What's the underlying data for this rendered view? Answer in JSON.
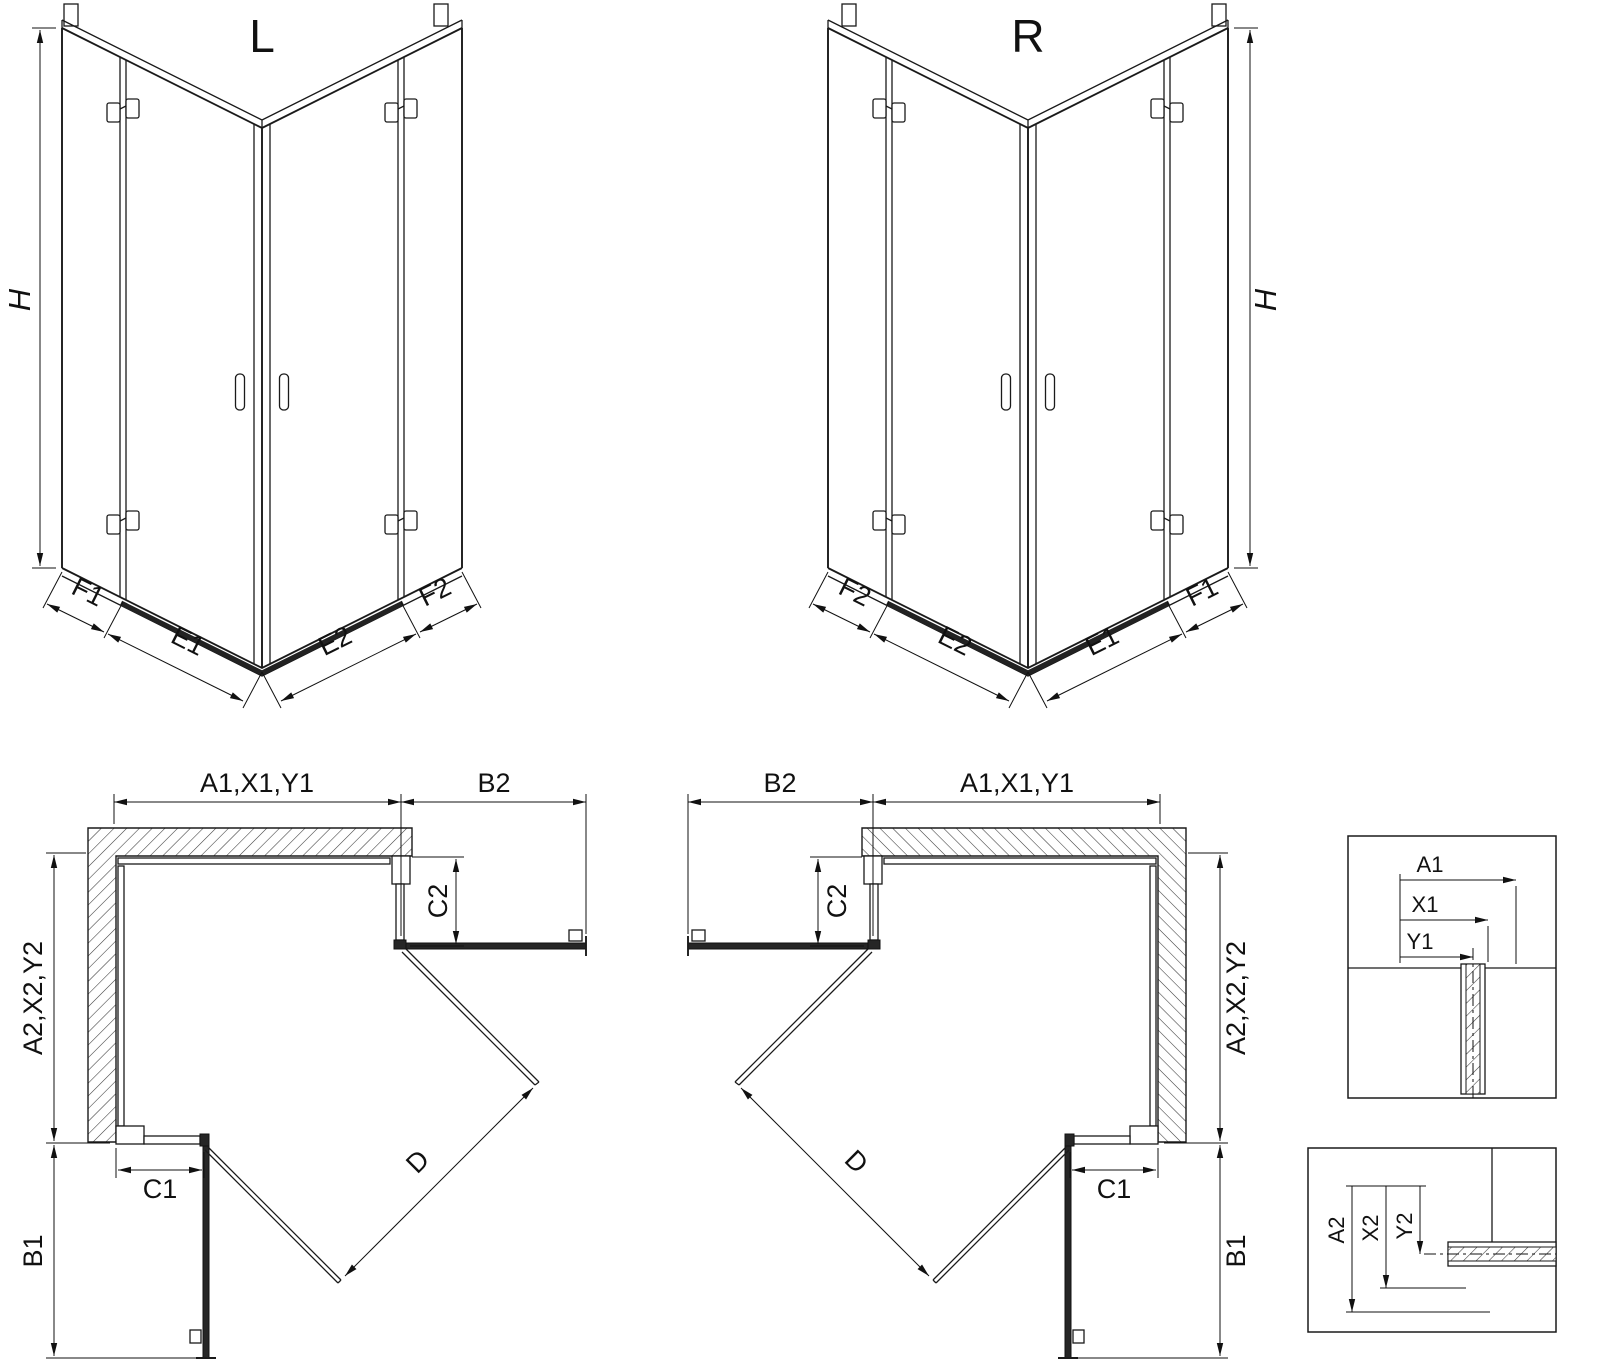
{
  "colors": {
    "line": "#1a1a1a",
    "background": "#ffffff"
  },
  "views": {
    "iso_left": {
      "variant_label": "L",
      "h": "H",
      "f1": "F1",
      "e1": "E1",
      "e2": "E2",
      "f2": "F2"
    },
    "iso_right": {
      "variant_label": "R",
      "h": "H",
      "f1": "F1",
      "e1": "E1",
      "e2": "E2",
      "f2": "F2"
    },
    "plan_left": {
      "width_top": "A1,X1,Y1",
      "door_top": "B2",
      "return_top": "C2",
      "height_side": "A2,X2,Y2",
      "return_bottom": "C1",
      "door_bottom": "B1",
      "diagonal": "D"
    },
    "plan_right": {
      "width_top": "A1,X1,Y1",
      "door_top": "B2",
      "return_top": "C2",
      "height_side": "A2,X2,Y2",
      "return_bottom": "C1",
      "door_bottom": "B1",
      "diagonal": "D"
    }
  },
  "details": {
    "horizontal": {
      "a": "A1",
      "x": "X1",
      "y": "Y1"
    },
    "vertical": {
      "a": "A2",
      "x": "X2",
      "y": "Y2"
    }
  }
}
